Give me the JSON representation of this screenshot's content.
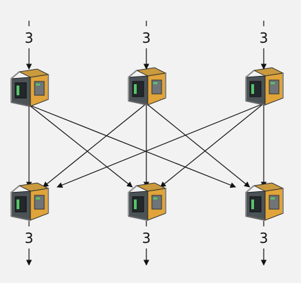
{
  "diagram": {
    "accent_color": "#e0a43a",
    "input_labels": [
      "3",
      "3",
      "3"
    ],
    "output_labels": [
      "3",
      "3",
      "3"
    ],
    "node_icon": "crate-box-icon",
    "nodes": [
      {
        "id": "top-left"
      },
      {
        "id": "top-middle"
      },
      {
        "id": "top-right"
      },
      {
        "id": "bottom-left"
      },
      {
        "id": "bottom-middle"
      },
      {
        "id": "bottom-right"
      }
    ],
    "edges": [
      [
        "top-left",
        "bottom-left"
      ],
      [
        "top-left",
        "bottom-middle"
      ],
      [
        "top-left",
        "bottom-right"
      ],
      [
        "top-middle",
        "bottom-left"
      ],
      [
        "top-middle",
        "bottom-middle"
      ],
      [
        "top-middle",
        "bottom-right"
      ],
      [
        "top-right",
        "bottom-left"
      ],
      [
        "top-right",
        "bottom-middle"
      ],
      [
        "top-right",
        "bottom-right"
      ]
    ]
  }
}
